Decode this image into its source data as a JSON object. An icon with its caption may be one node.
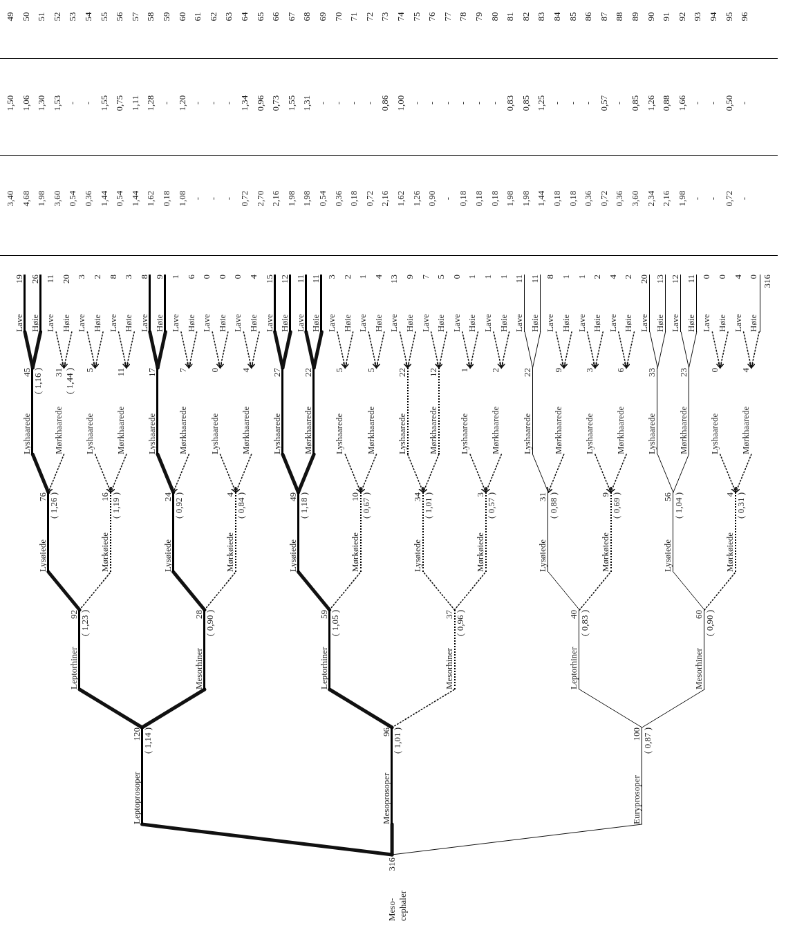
{
  "diagram": {
    "nodes": [
      {
        "text": [
          "Meso- cephaler",
          "316"
        ]
      },
      {
        "text": [
          "Leptoprosoper",
          "120",
          "( 1,14 )"
        ]
      },
      {
        "text": [
          "Leptorhiner",
          "92",
          "( 1,23 )"
        ]
      },
      {
        "text": [
          "Lysøiede",
          "76",
          "( 1,26 )"
        ]
      },
      {
        "text": [
          "Lyshaarede",
          "45",
          "( 1,16 )"
        ]
      },
      {
        "text": [
          "Lave",
          "19"
        ]
      },
      {
        "text": [
          "Høie",
          "26"
        ]
      },
      {
        "text": [
          "Mørkhaarede",
          "31",
          "( 1,44 )"
        ]
      },
      {
        "text": [
          "Lave",
          "11"
        ]
      },
      {
        "text": [
          "Høie",
          "20"
        ]
      },
      {
        "text": [
          "Mørkøiede",
          "16",
          "( 1,19 )"
        ]
      },
      {
        "text": [
          "Lyshaarede",
          "5"
        ]
      },
      {
        "text": [
          "Lave",
          "3"
        ]
      },
      {
        "text": [
          "Høie",
          "2"
        ]
      },
      {
        "text": [
          "Mørkhaarede",
          "11"
        ]
      },
      {
        "text": [
          "Lave",
          "8"
        ]
      },
      {
        "text": [
          "Høie",
          "3"
        ]
      },
      {
        "text": [
          "Mesorhiner",
          "28",
          "( 0,90 )"
        ]
      },
      {
        "text": [
          "Lysøiede",
          "24",
          "( 0,92 )"
        ]
      },
      {
        "text": [
          "Lyshaarede",
          "17"
        ]
      },
      {
        "text": [
          "Lave",
          "8"
        ]
      },
      {
        "text": [
          "Høie",
          "9"
        ]
      },
      {
        "text": [
          "Mørkhaarede",
          "7"
        ]
      },
      {
        "text": [
          "Lave",
          "1"
        ]
      },
      {
        "text": [
          "Høie",
          "6"
        ]
      },
      {
        "text": [
          "Mørkøiede",
          "4",
          "( 0,84 )"
        ]
      },
      {
        "text": [
          "Lyshaarede",
          "0"
        ]
      },
      {
        "text": [
          "Lave",
          "0"
        ]
      },
      {
        "text": [
          "Høie",
          "0"
        ]
      },
      {
        "text": [
          "Mørkhaarede",
          "4"
        ]
      },
      {
        "text": [
          "Lave",
          "0"
        ]
      },
      {
        "text": [
          "Høie",
          "4"
        ]
      },
      {
        "text": [
          "Mesoprosoper",
          "96",
          "( 1,01 )"
        ]
      },
      {
        "text": [
          "Leptorhiner",
          "59",
          "( 1,05 )"
        ]
      },
      {
        "text": [
          "Lysøiede",
          "49",
          "( 1,18 )"
        ]
      },
      {
        "text": [
          "Lyshaarede",
          "27"
        ]
      },
      {
        "text": [
          "Lave",
          "15"
        ]
      },
      {
        "text": [
          "Høie",
          "12"
        ]
      },
      {
        "text": [
          "Mørkhaarede",
          "22"
        ]
      },
      {
        "text": [
          "Lave",
          "11"
        ]
      },
      {
        "text": [
          "Høie",
          "11"
        ]
      },
      {
        "text": [
          "Mørkøiede",
          "10",
          "( 0,67 )"
        ]
      },
      {
        "text": [
          "Lyshaarede",
          "5"
        ]
      },
      {
        "text": [
          "Lave",
          "3"
        ]
      },
      {
        "text": [
          "Høie",
          "2"
        ]
      },
      {
        "text": [
          "Mørkhaarede",
          "5"
        ]
      },
      {
        "text": [
          "Lave",
          "1"
        ]
      },
      {
        "text": [
          "Høie",
          "4"
        ]
      },
      {
        "text": [
          "Mesorhiner",
          "37",
          "( 0,96 )"
        ]
      },
      {
        "text": [
          "Lysøiede",
          "34",
          "( 1,01 )"
        ]
      },
      {
        "text": [
          "Lyshaarede",
          "22"
        ]
      },
      {
        "text": [
          "Lave",
          "13"
        ]
      },
      {
        "text": [
          "Høie",
          "9"
        ]
      },
      {
        "text": [
          "Mørkhaarede",
          "12"
        ]
      },
      {
        "text": [
          "Lave",
          "7"
        ]
      },
      {
        "text": [
          "Høie",
          "5"
        ]
      },
      {
        "text": [
          "Mørkøiede",
          "3",
          "( 0,57 )"
        ]
      },
      {
        "text": [
          "Lyshaarede",
          "1"
        ]
      },
      {
        "text": [
          "Lave",
          "0"
        ]
      },
      {
        "text": [
          "Høie",
          "1"
        ]
      },
      {
        "text": [
          "Mørkhaarede",
          "2"
        ]
      },
      {
        "text": [
          "Lave",
          "1"
        ]
      },
      {
        "text": [
          "Høie",
          "1"
        ]
      },
      {
        "text": [
          "Euryprosoper",
          "100",
          "( 0,87 )"
        ]
      },
      {
        "text": [
          "Leptorhiner",
          "40",
          "( 0,83 )"
        ]
      },
      {
        "text": [
          "Lysøiede",
          "31",
          "( 0,88 )"
        ]
      },
      {
        "text": [
          "Lyshaarede",
          "22"
        ]
      },
      {
        "text": [
          "Lave",
          "11"
        ]
      },
      {
        "text": [
          "Høie",
          "11"
        ]
      },
      {
        "text": [
          "Mørkhaarede",
          "9"
        ]
      },
      {
        "text": [
          "Lave",
          "8"
        ]
      },
      {
        "text": [
          "Høie",
          "1"
        ]
      },
      {
        "text": [
          "Mørkøiede",
          "9",
          "( 0,69 )"
        ]
      },
      {
        "text": [
          "Lyshaarede",
          "3"
        ]
      },
      {
        "text": [
          "Lave",
          "1"
        ]
      },
      {
        "text": [
          "Høie",
          "2"
        ]
      },
      {
        "text": [
          "Mørkhaarede",
          "6"
        ]
      },
      {
        "text": [
          "Lave",
          "4"
        ]
      },
      {
        "text": [
          "Høie",
          "2"
        ]
      },
      {
        "text": [
          "Mesorhiner",
          "60",
          "( 0,90 )"
        ]
      },
      {
        "text": [
          "Lysøiede",
          "56",
          "( 1,04 )"
        ]
      },
      {
        "text": [
          "Lyshaarede",
          "33"
        ]
      },
      {
        "text": [
          "Lave",
          "20"
        ]
      },
      {
        "text": [
          "Høie",
          "13"
        ]
      },
      {
        "text": [
          "Mørkhaarede",
          "23"
        ]
      },
      {
        "text": [
          "Lave",
          "12"
        ]
      },
      {
        "text": [
          "Høie",
          "11"
        ]
      },
      {
        "text": [
          "Mørkøiede",
          "4",
          "( 0,31 )"
        ]
      },
      {
        "text": [
          "Lyshaarede",
          "0"
        ]
      },
      {
        "text": [
          "Lave",
          "0"
        ]
      },
      {
        "text": [
          "Høie",
          "0"
        ]
      },
      {
        "text": [
          "Mørkhaarede",
          "4"
        ]
      },
      {
        "text": [
          "Lave",
          "4"
        ]
      },
      {
        "text": [
          "Høie",
          "0"
        ]
      }
    ],
    "edges": [
      {
        "from": 0,
        "to": 1,
        "arrow": "none",
        "style": "thick"
      },
      {
        "from": 1,
        "to": 2,
        "arrow": "none",
        "style": "thick"
      },
      {
        "from": 2,
        "to": 3,
        "arrow": "none",
        "style": "thick"
      },
      {
        "from": 3,
        "to": 4,
        "arrow": "none",
        "style": "thick"
      },
      {
        "from": 4,
        "to": 5,
        "arrow": "none",
        "style": "thick"
      },
      {
        "from": 4,
        "to": 6,
        "arrow": "none",
        "style": "thick"
      },
      {
        "from": 7,
        "to": 3,
        "arrow": "to",
        "style": "dashed"
      },
      {
        "from": 8,
        "to": 7,
        "arrow": "to",
        "style": "dashed"
      },
      {
        "from": 9,
        "to": 7,
        "arrow": "to",
        "style": "dashed"
      },
      {
        "from": 2,
        "to": 10,
        "arrow": "none",
        "style": "dashed"
      },
      {
        "from": 11,
        "to": 10,
        "arrow": "to",
        "style": "dashed"
      },
      {
        "from": 12,
        "to": 11,
        "arrow": "to",
        "style": "dashed"
      },
      {
        "from": 13,
        "to": 11,
        "arrow": "to",
        "style": "dashed"
      },
      {
        "from": 14,
        "to": 10,
        "arrow": "to",
        "style": "dashed"
      },
      {
        "from": 15,
        "to": 14,
        "arrow": "to",
        "style": "dashed"
      },
      {
        "from": 16,
        "to": 14,
        "arrow": "to",
        "style": "dashed"
      },
      {
        "from": 1,
        "to": 17,
        "arrow": "none",
        "style": "thick"
      },
      {
        "from": 17,
        "to": 18,
        "arrow": "none",
        "style": "thick"
      },
      {
        "from": 18,
        "to": 19,
        "arrow": "none",
        "style": "thick"
      },
      {
        "from": 19,
        "to": 20,
        "arrow": "none",
        "style": "thick"
      },
      {
        "from": 19,
        "to": 21,
        "arrow": "none",
        "style": "thick"
      },
      {
        "from": 22,
        "to": 18,
        "arrow": "to",
        "style": "dashed"
      },
      {
        "from": 23,
        "to": 22,
        "arrow": "to",
        "style": "dashed"
      },
      {
        "from": 24,
        "to": 22,
        "arrow": "to",
        "style": "dashed"
      },
      {
        "from": 17,
        "to": 25,
        "arrow": "none",
        "style": "dashed"
      },
      {
        "from": 26,
        "to": 25,
        "arrow": "to",
        "style": "dashed"
      },
      {
        "from": 27,
        "to": 26,
        "arrow": "to",
        "style": "dashed"
      },
      {
        "from": 28,
        "to": 26,
        "arrow": "to",
        "style": "dashed"
      },
      {
        "from": 29,
        "to": 25,
        "arrow": "to",
        "style": "dashed"
      },
      {
        "from": 30,
        "to": 29,
        "arrow": "to",
        "style": "dashed"
      },
      {
        "from": 31,
        "to": 29,
        "arrow": "to",
        "style": "dashed"
      },
      {
        "from": 0,
        "to": 32,
        "arrow": "none",
        "style": "thick"
      },
      {
        "from": 32,
        "to": 33,
        "arrow": "none",
        "style": "thick"
      },
      {
        "from": 33,
        "to": 34,
        "arrow": "none",
        "style": "thick"
      },
      {
        "from": 34,
        "to": 35,
        "arrow": "none",
        "style": "thick"
      },
      {
        "from": 35,
        "to": 36,
        "arrow": "none",
        "style": "thick"
      },
      {
        "from": 35,
        "to": 37,
        "arrow": "none",
        "style": "thick"
      },
      {
        "from": 34,
        "to": 38,
        "arrow": "none",
        "style": "thick"
      },
      {
        "from": 38,
        "to": 39,
        "arrow": "none",
        "style": "thick"
      },
      {
        "from": 38,
        "to": 40,
        "arrow": "none",
        "style": "thick"
      },
      {
        "from": 33,
        "to": 41,
        "arrow": "none",
        "style": "dashed"
      },
      {
        "from": 42,
        "to": 41,
        "arrow": "to",
        "style": "dashed"
      },
      {
        "from": 43,
        "to": 42,
        "arrow": "to",
        "style": "dashed"
      },
      {
        "from": 44,
        "to": 42,
        "arrow": "to",
        "style": "dashed"
      },
      {
        "from": 45,
        "to": 41,
        "arrow": "to",
        "style": "dashed"
      },
      {
        "from": 46,
        "to": 45,
        "arrow": "to",
        "style": "dashed"
      },
      {
        "from": 47,
        "to": 45,
        "arrow": "to",
        "style": "dashed"
      },
      {
        "from": 32,
        "to": 48,
        "arrow": "none",
        "style": "dashed"
      },
      {
        "from": 48,
        "to": 49,
        "arrow": "none",
        "style": "dashed"
      },
      {
        "from": 50,
        "to": 49,
        "arrow": "to",
        "style": "dashed"
      },
      {
        "from": 51,
        "to": 50,
        "arrow": "to",
        "style": "dashed"
      },
      {
        "from": 52,
        "to": 50,
        "arrow": "to",
        "style": "dashed"
      },
      {
        "from": 53,
        "to": 49,
        "arrow": "to",
        "style": "dashed"
      },
      {
        "from": 54,
        "to": 53,
        "arrow": "to",
        "style": "dashed"
      },
      {
        "from": 55,
        "to": 53,
        "arrow": "to",
        "style": "dashed"
      },
      {
        "from": 48,
        "to": 56,
        "arrow": "none",
        "style": "dashed"
      },
      {
        "from": 57,
        "to": 56,
        "arrow": "to",
        "style": "dashed"
      },
      {
        "from": 58,
        "to": 57,
        "arrow": "to",
        "style": "dashed"
      },
      {
        "from": 59,
        "to": 57,
        "arrow": "to",
        "style": "dashed"
      },
      {
        "from": 60,
        "to": 56,
        "arrow": "to",
        "style": "dashed"
      },
      {
        "from": 61,
        "to": 60,
        "arrow": "to",
        "style": "dashed"
      },
      {
        "from": 62,
        "to": 60,
        "arrow": "to",
        "style": "dashed"
      },
      {
        "from": 0,
        "to": 63,
        "arrow": "none"
      },
      {
        "from": 63,
        "to": 64,
        "arrow": "none"
      },
      {
        "from": 64,
        "to": 65,
        "arrow": "none"
      },
      {
        "from": 65,
        "to": 66,
        "arrow": "none"
      },
      {
        "from": 66,
        "to": 67,
        "arrow": "none"
      },
      {
        "from": 66,
        "to": 68,
        "arrow": "none"
      },
      {
        "from": 69,
        "to": 65,
        "arrow": "to",
        "style": "dashed"
      },
      {
        "from": 70,
        "to": 69,
        "arrow": "to",
        "style": "dashed"
      },
      {
        "from": 71,
        "to": 69,
        "arrow": "to",
        "style": "dashed"
      },
      {
        "from": 64,
        "to": 72,
        "arrow": "none",
        "style": "dashed"
      },
      {
        "from": 73,
        "to": 72,
        "arrow": "to",
        "style": "dashed"
      },
      {
        "from": 74,
        "to": 73,
        "arrow": "to",
        "style": "dashed"
      },
      {
        "from": 75,
        "to": 73,
        "arrow": "to",
        "style": "dashed"
      },
      {
        "from": 76,
        "to": 72,
        "arrow": "to",
        "style": "dashed"
      },
      {
        "from": 77,
        "to": 76,
        "arrow": "to",
        "style": "dashed"
      },
      {
        "from": 78,
        "to": 76,
        "arrow": "to",
        "style": "dashed"
      },
      {
        "from": 63,
        "to": 79,
        "arrow": "none"
      },
      {
        "from": 79,
        "to": 80,
        "arrow": "none"
      },
      {
        "from": 80,
        "to": 81,
        "arrow": "none"
      },
      {
        "from": 81,
        "to": 82,
        "arrow": "none"
      },
      {
        "from": 81,
        "to": 83,
        "arrow": "none"
      },
      {
        "from": 80,
        "to": 84,
        "arrow": "none"
      },
      {
        "from": 84,
        "to": 85,
        "arrow": "none"
      },
      {
        "from": 84,
        "to": 86,
        "arrow": "none"
      },
      {
        "from": 79,
        "to": 87,
        "arrow": "none",
        "style": "dashed"
      },
      {
        "from": 88,
        "to": 87,
        "arrow": "to",
        "style": "dashed"
      },
      {
        "from": 89,
        "to": 88,
        "arrow": "to",
        "style": "dashed"
      },
      {
        "from": 90,
        "to": 88,
        "arrow": "to",
        "style": "dashed"
      },
      {
        "from": 91,
        "to": 87,
        "arrow": "to",
        "style": "dashed"
      },
      {
        "from": 92,
        "to": 91,
        "arrow": "to",
        "style": "dashed"
      },
      {
        "from": 93,
        "to": 91,
        "arrow": "to",
        "style": "dashed"
      }
    ],
    "labels": [
      "3,40",
      "1,50",
      "49",
      "4,68",
      "1,06",
      "50",
      "1,98",
      "1,30",
      "51",
      "3,60",
      "1,53",
      "52",
      "0,54",
      "-",
      "53",
      "0,36",
      "-",
      "54",
      "1,44",
      "1,55",
      "55",
      "0,54",
      "0,75",
      "56",
      "1,44",
      "1,11",
      "57",
      "1,62",
      "1,28",
      "58",
      "0,18",
      "-",
      "59",
      "1,08",
      "1,20",
      "60",
      "-",
      "-",
      "61",
      "-",
      "-",
      "62",
      "-",
      "-",
      "63",
      "0,72",
      "1,34",
      "64",
      "2,70",
      "0,96",
      "65",
      "2,16",
      "0,73",
      "66",
      "1,98",
      "1,55",
      "67",
      "1,98",
      "1,31",
      "68",
      "0,54",
      "-",
      "69",
      "0,36",
      "-",
      "70",
      "0,18",
      "-",
      "71",
      "0,72",
      "-",
      "72",
      "2,16",
      "0,86",
      "73",
      "1,62",
      "1,00",
      "74",
      "1,26",
      "-",
      "75",
      "0,90",
      "-",
      "76",
      "-",
      "-",
      "77",
      "0,18",
      "-",
      "78",
      "0,18",
      "-",
      "79",
      "0,18",
      "-",
      "80",
      "1,98",
      "0,83",
      "81",
      "1,98",
      "0,85",
      "82",
      "1,44",
      "1,25",
      "83",
      "0,18",
      "-",
      "84",
      "0,18",
      "-",
      "85",
      "0,36",
      "-",
      "86",
      "0,72",
      "0,57",
      "87",
      "0,36",
      "-",
      "88",
      "3,60",
      "0,85",
      "89",
      "2,34",
      "1,26",
      "90",
      "2,16",
      "0,88",
      "91",
      "1,98",
      "1,66",
      "92",
      "-",
      "-",
      "93",
      "-",
      "-",
      "94",
      "0,72",
      "0,50",
      "95",
      "-",
      "-",
      "96",
      "316"
    ]
  }
}
